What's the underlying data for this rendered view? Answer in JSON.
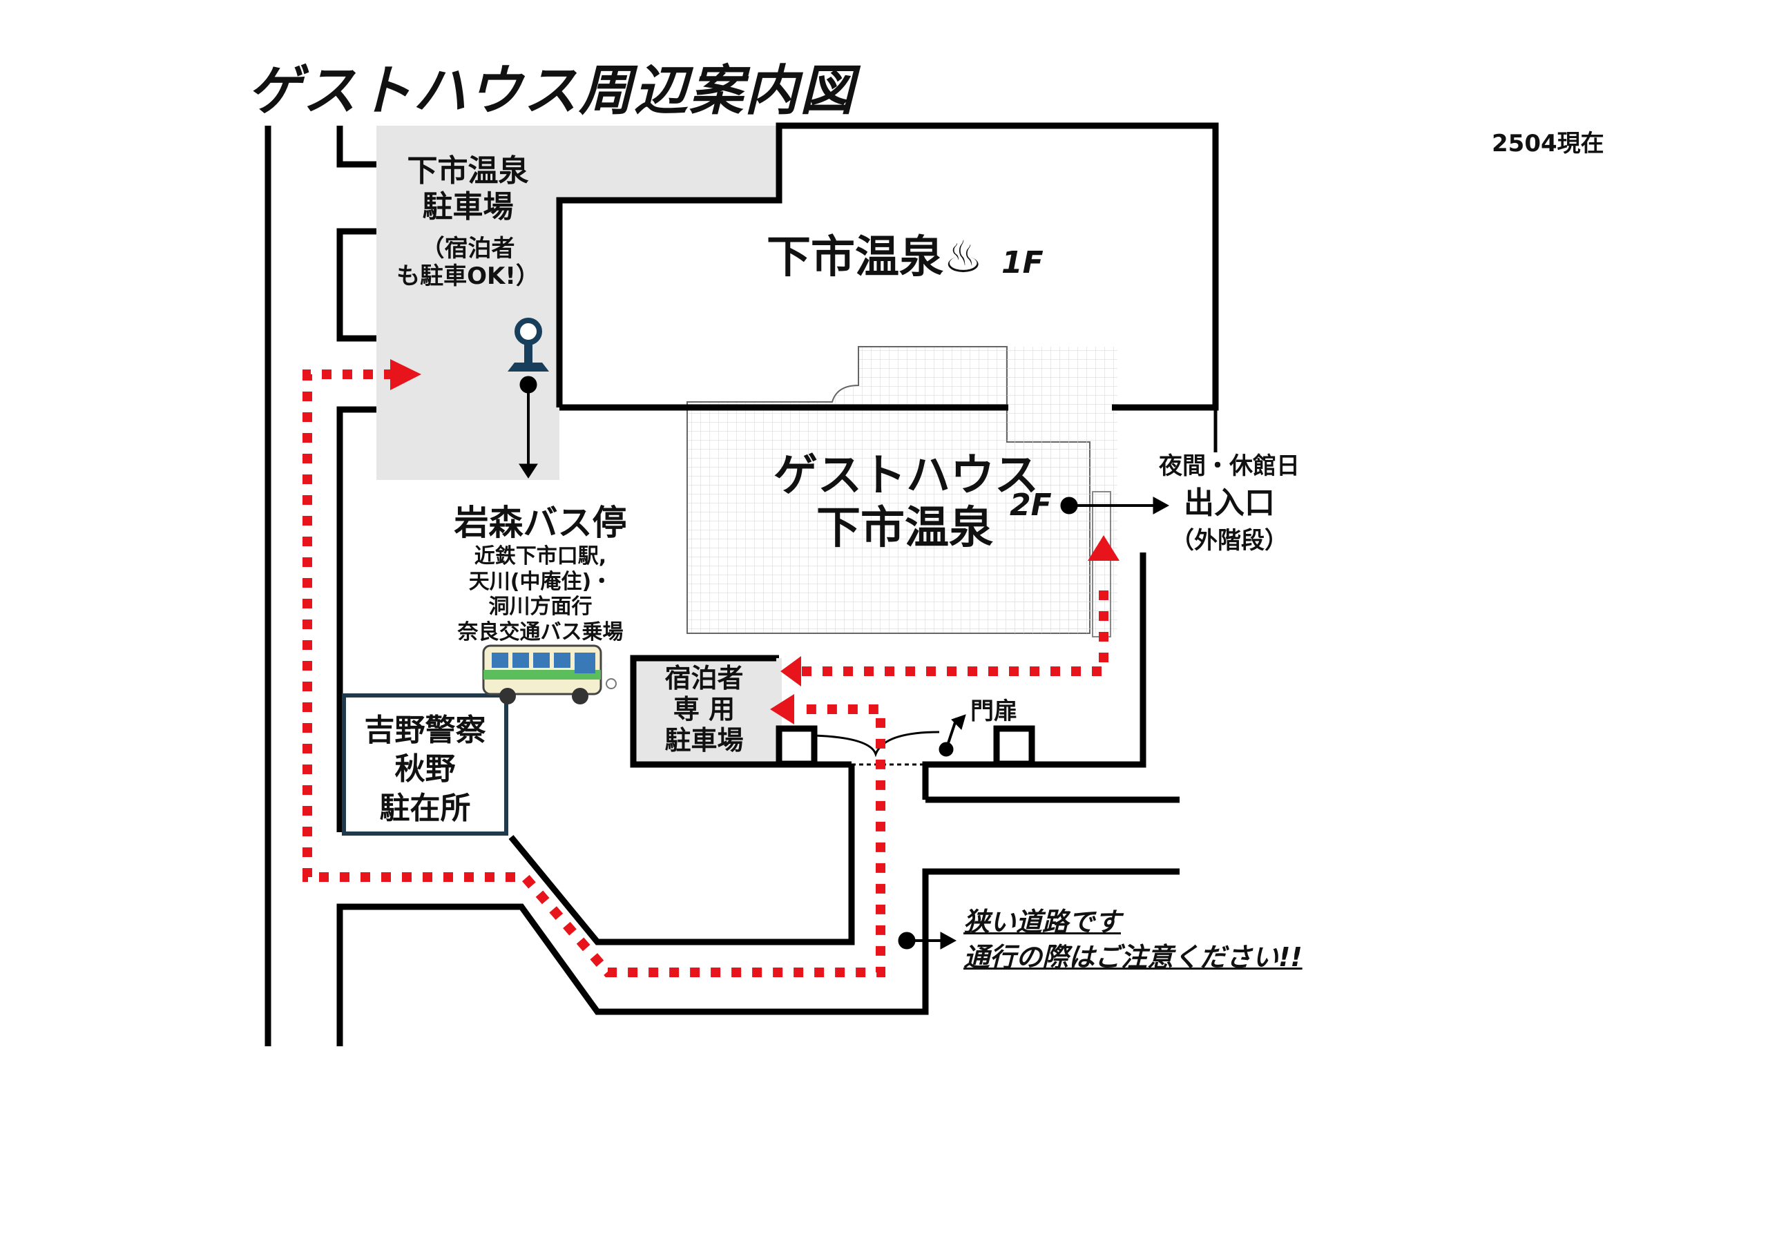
{
  "title": "ゲストハウス周辺案内図",
  "as_of": "2504現在",
  "places": {
    "parking_main": {
      "name1": "下市温泉",
      "name2": "駐車場",
      "note1": "（宿泊者",
      "note2": "も駐車OK!）"
    },
    "onsen_1f": {
      "name": "下市温泉",
      "icon": "hot-spring-icon",
      "floor": "1F"
    },
    "guesthouse": {
      "line1": "ゲストハウス",
      "line2": "下市温泉",
      "floor": "2F"
    },
    "entrance": {
      "note": "夜間・休館日",
      "name": "出入口",
      "sub": "（外階段）"
    },
    "bus_stop": {
      "name": "岩森バス停",
      "line1": "近鉄下市口駅,",
      "line2": "天川(中庵住)・",
      "line3": "洞川方面行",
      "line4": "奈良交通バス乗場",
      "icon": "bus-icon"
    },
    "guest_parking": {
      "line1": "宿泊者",
      "line2": "専 用",
      "line3": "駐車場"
    },
    "gate": {
      "label": "門扉"
    },
    "police": {
      "line1": "吉野警察",
      "line2": "秋野",
      "line3": "駐在所"
    },
    "warning": {
      "line1": "狭い道路です",
      "line2": "通行の際はご注意ください!!"
    }
  },
  "colors": {
    "route": "#e8141b",
    "road": "#000000",
    "parking_fill": "#e6e6e6",
    "building_grid": "#d9d9d9"
  }
}
